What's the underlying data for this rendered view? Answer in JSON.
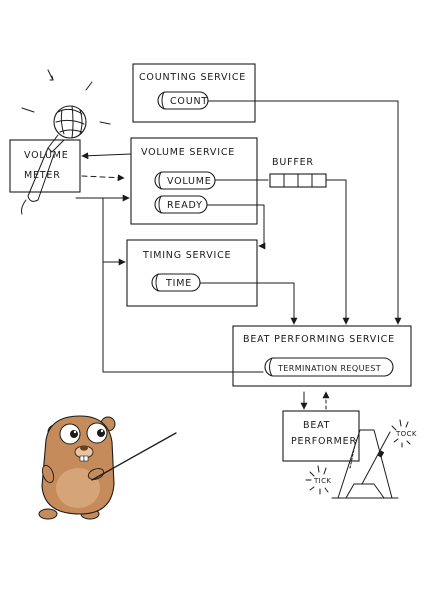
{
  "services": {
    "counting": {
      "title": "COUNTING SERVICE",
      "pill": "COUNT"
    },
    "volume": {
      "title": "VOLUME SERVICE",
      "pill_volume": "VOLUME",
      "pill_ready": "READY"
    },
    "timing": {
      "title": "TIMING SERVICE",
      "pill": "TIME"
    },
    "beat_performing": {
      "title": "BEAT PERFORMING SERVICE",
      "pill": "TERMINATION REQUEST"
    }
  },
  "volume_meter": {
    "line1": "VOLUME",
    "line2": "METER"
  },
  "buffer": {
    "label": "BUFFER",
    "cells": 4
  },
  "beat_performer": {
    "line1": "BEAT",
    "line2": "PERFORMER"
  },
  "metronome": {
    "tick": "TICK",
    "tock": "TOCK"
  },
  "colors": {
    "ink": "#1b1b1b",
    "gopher_body": "#c58b5a",
    "gopher_belly": "#e9c6a0",
    "gopher_nose": "#6b3e1e"
  },
  "icons": [
    "microphone-icon",
    "gopher-mascot",
    "metronome-icon"
  ]
}
